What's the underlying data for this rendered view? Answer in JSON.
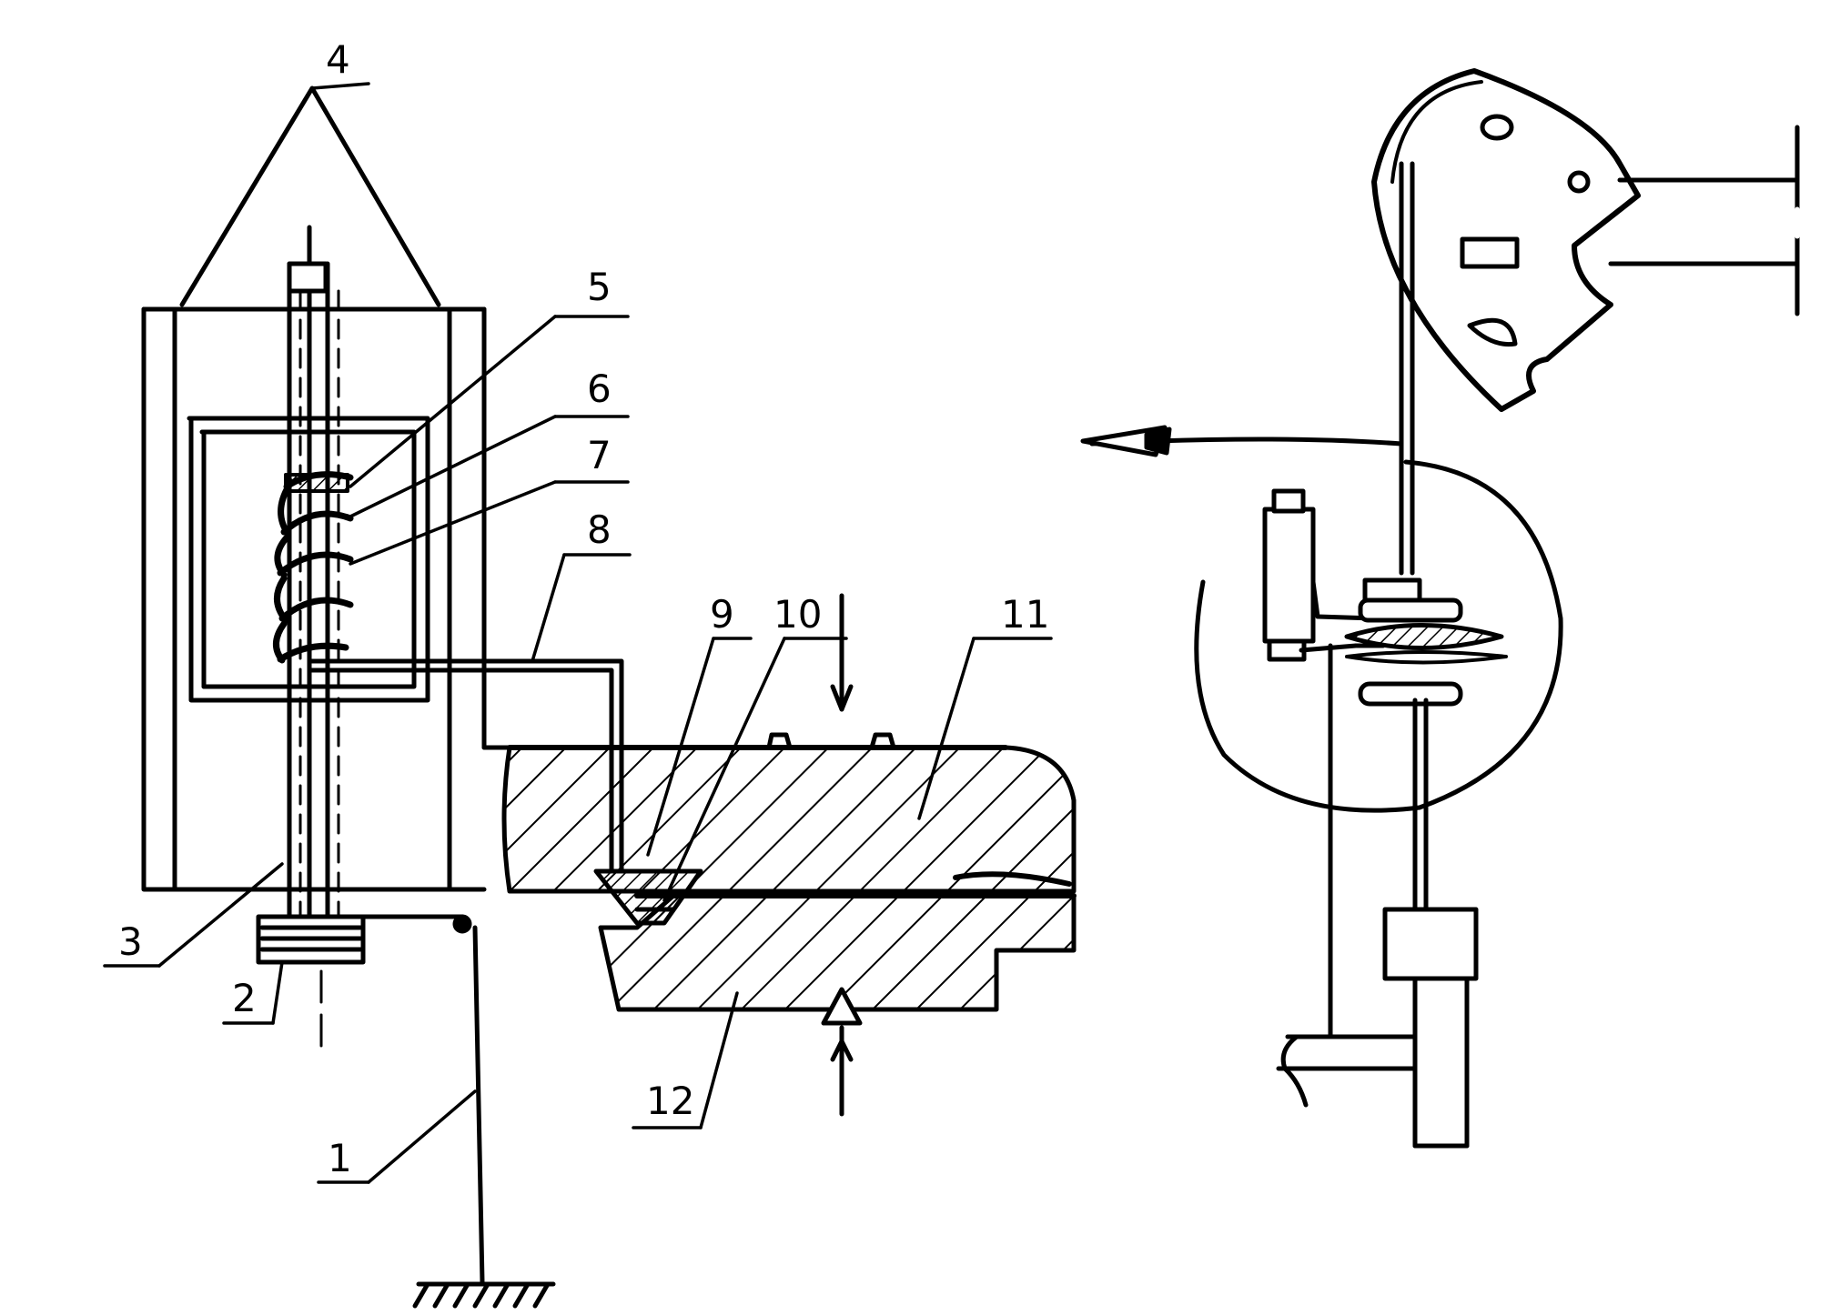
{
  "callouts": [
    "1",
    "2",
    "3",
    "4",
    "5",
    "6",
    "7",
    "8",
    "9",
    "10",
    "11",
    "12"
  ],
  "colors": {
    "ink": "#000000",
    "paper": "#ffffff"
  }
}
